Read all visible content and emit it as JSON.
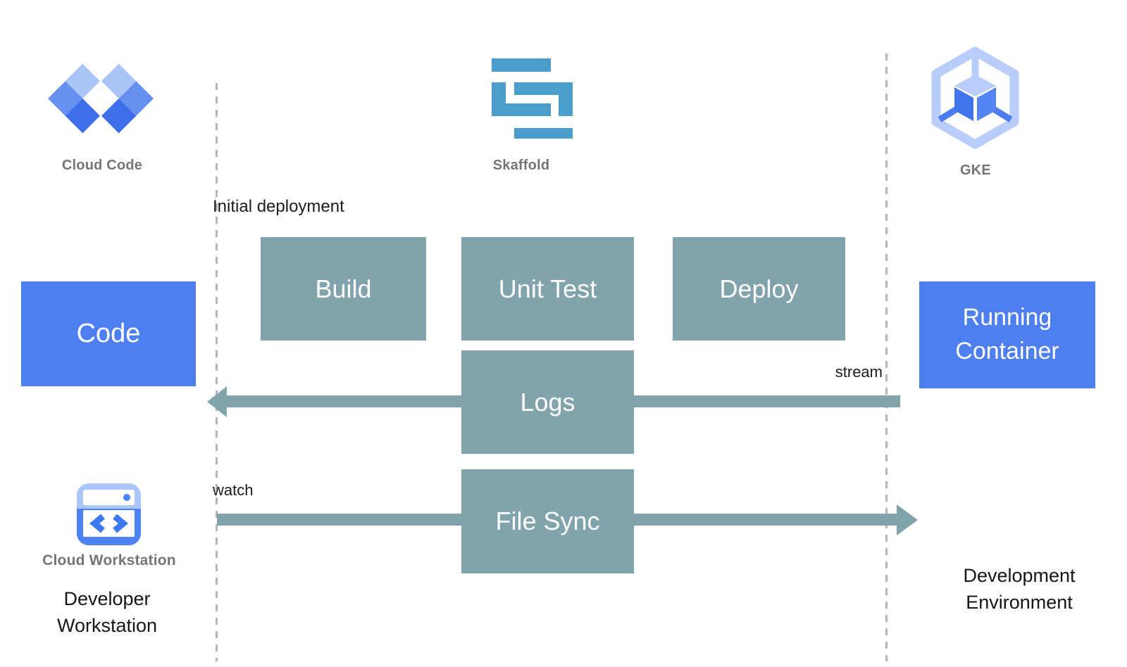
{
  "lanes": {
    "left_divider": "developer-side boundary",
    "right_divider": "environment-side boundary"
  },
  "tools": {
    "cloud_code": {
      "label": "Cloud Code",
      "icon": "cloud-code-icon"
    },
    "skaffold": {
      "label": "Skaffold",
      "icon": "skaffold-icon"
    },
    "gke": {
      "label": "GKE",
      "icon": "gke-icon"
    },
    "cloud_workstation": {
      "label": "Cloud Workstation",
      "icon": "cloud-workstation-icon"
    }
  },
  "nodes": {
    "code": "Code",
    "build": "Build",
    "unit_test": "Unit Test",
    "deploy": "Deploy",
    "logs": "Logs",
    "file_sync": "File Sync",
    "running_container": "Running\nContainer"
  },
  "annotations": {
    "initial_deployment": "Initial deployment",
    "stream": "stream",
    "watch": "watch",
    "developer_workstation": "Developer\nWorkstation",
    "development_environment": "Development\nEnvironment"
  },
  "colors": {
    "step_teal": "#80a3ac",
    "node_blue": "#4d7fee",
    "skaffold_blue": "#4b9dcc",
    "cloud_code_light": "#a9c4f6",
    "cloud_code_mid": "#6691f0",
    "cloud_code_dark": "#3f6fe8",
    "gke_light": "#b9cdfa",
    "gke_face_left": "#4274ec",
    "gke_face_right": "#5585f2",
    "label_gray": "#757575",
    "divider_gray": "#b4b5bc",
    "text_black": "#1c1c1e"
  }
}
